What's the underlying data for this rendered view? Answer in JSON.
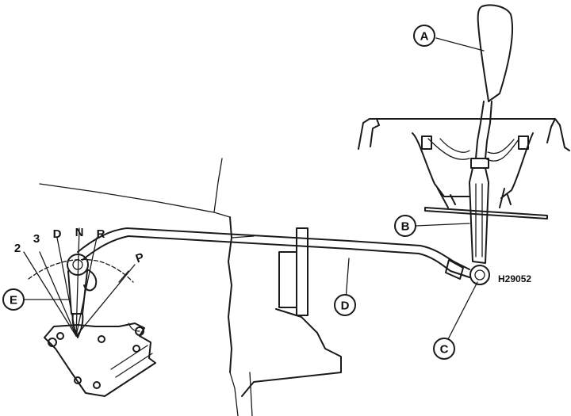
{
  "figure": {
    "reference_code": "H29052",
    "callouts": {
      "a": "A",
      "b": "B",
      "c": "C",
      "d": "D",
      "e": "E"
    },
    "selector_positions": {
      "two": "2",
      "three": "3",
      "drive": "D",
      "neutral": "N",
      "reverse": "R",
      "park": "P"
    }
  },
  "colors": {
    "ink": "#1a1a1a",
    "background": "#ffffff"
  }
}
